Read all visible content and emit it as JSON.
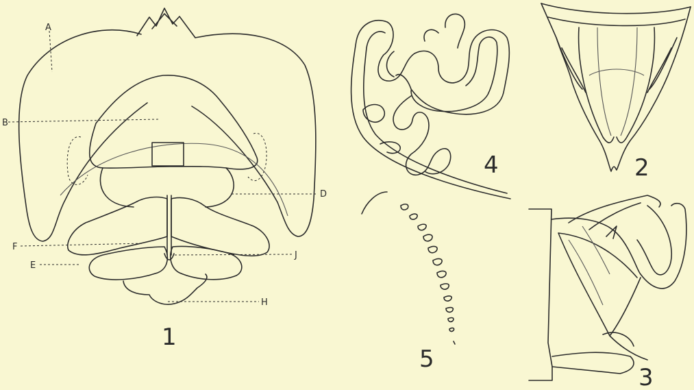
{
  "colors": {
    "background": "#f9f7d2",
    "ink": "#2b2b2b"
  },
  "labels": {
    "A": "A",
    "B": "B",
    "D": "D",
    "E": "E",
    "F": "F",
    "H": "H",
    "J": "J"
  },
  "figure_numbers": {
    "fig1": "1",
    "fig2": "2",
    "fig3": "3",
    "fig4": "4",
    "fig5": "5"
  }
}
